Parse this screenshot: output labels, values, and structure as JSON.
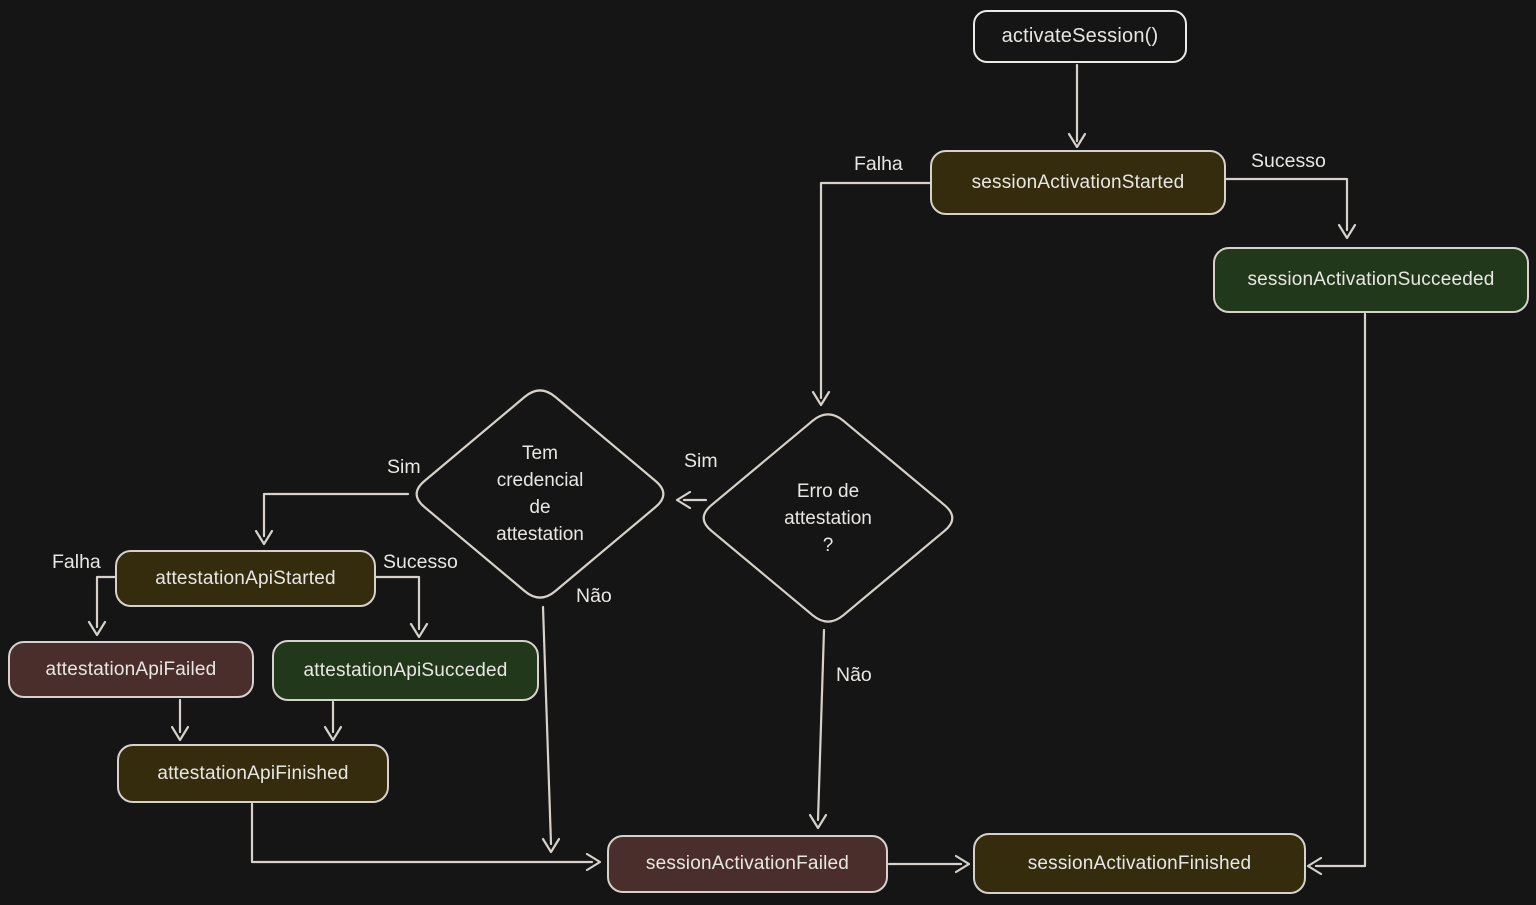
{
  "colors": {
    "background": "#151515",
    "stroke": "#d6d2cb",
    "text": "#e9e7e3",
    "state_pending": "#352c0e",
    "state_success": "#21381b",
    "state_failure": "#4a2e2c"
  },
  "nodes": {
    "activate_session": {
      "label": "activateSession()",
      "kind": "entry"
    },
    "session_activation_started": {
      "label": "sessionActivationStarted",
      "kind": "pending"
    },
    "session_activation_succeeded": {
      "label": "sessionActivationSucceeded",
      "kind": "success"
    },
    "erro_attestation_decision": {
      "label": "Erro de\nattestation\n?",
      "kind": "decision"
    },
    "tem_credencial_decision": {
      "label": "Tem\ncredencial\nde\nattestation",
      "kind": "decision"
    },
    "attestation_api_started": {
      "label": "attestationApiStarted",
      "kind": "pending"
    },
    "attestation_api_failed": {
      "label": "attestationApiFailed",
      "kind": "failure"
    },
    "attestation_api_succeded": {
      "label": "attestationApiSucceded",
      "kind": "success"
    },
    "attestation_api_finished": {
      "label": "attestationApiFinished",
      "kind": "pending"
    },
    "session_activation_failed": {
      "label": "sessionActivationFailed",
      "kind": "failure"
    },
    "session_activation_finished": {
      "label": "sessionActivationFinished",
      "kind": "pending"
    }
  },
  "edge_labels": {
    "falha_session_start": "Falha",
    "sucesso_session_start": "Sucesso",
    "sim_erro": "Sim",
    "nao_erro": "Não",
    "sim_credencial": "Sim",
    "nao_credencial": "Não",
    "falha_attestation_api": "Falha",
    "sucesso_attestation_api": "Sucesso"
  }
}
